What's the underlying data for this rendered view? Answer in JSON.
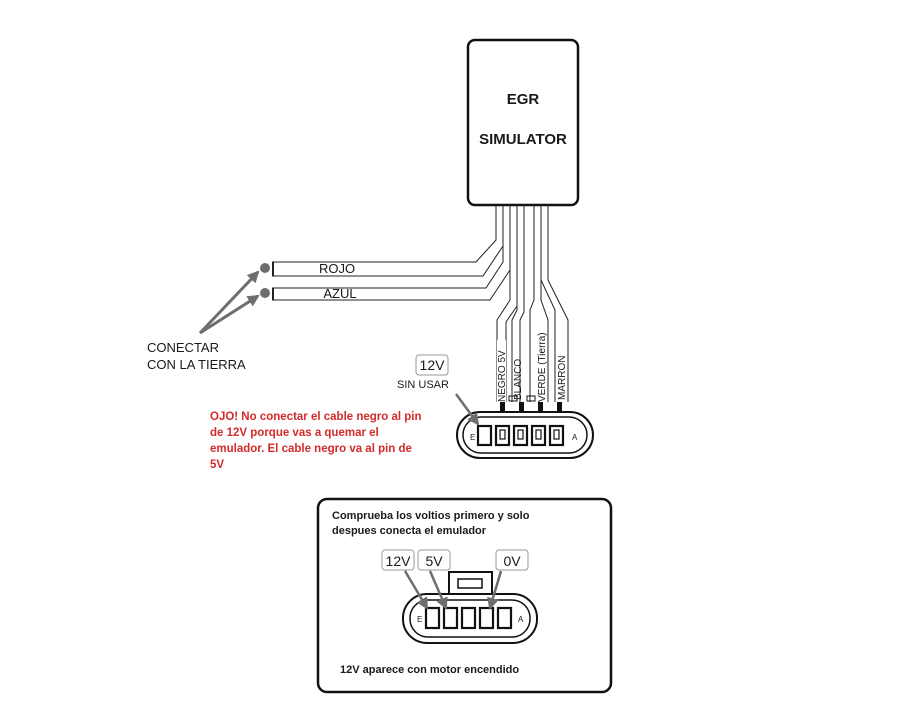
{
  "module": {
    "line1": "EGR",
    "line2": "SIMULATOR"
  },
  "wires_left": [
    {
      "label": "ROJO"
    },
    {
      "label": "AZUL"
    }
  ],
  "ground_note": {
    "line1": "CONECTAR",
    "line2": "CON LA TIERRA"
  },
  "wires_down": [
    {
      "label": "NEGRO 5V"
    },
    {
      "label": "BLANCO"
    },
    {
      "label": "VERDE (Tierra)"
    },
    {
      "label": "MARRON"
    }
  ],
  "unused_pin": {
    "voltage": "12V",
    "note": "SIN USAR"
  },
  "connector": {
    "left_letter": "E",
    "right_letter": "A"
  },
  "warning": {
    "line1": "OJO! No conectar el cable negro al pin",
    "line2": "de 12V porque vas a quemar el",
    "line3": "emulador. El cable negro va al pin de",
    "line4": "5V",
    "color": "#d42a2a"
  },
  "check_box": {
    "line1": "Comprueba los voltios primero y solo",
    "line2": "despues conecta el emulador",
    "pin_labels": [
      "12V",
      "5V",
      "0V"
    ],
    "left_letter": "E",
    "right_letter": "A",
    "footer": "12V aparece con motor encendido"
  }
}
